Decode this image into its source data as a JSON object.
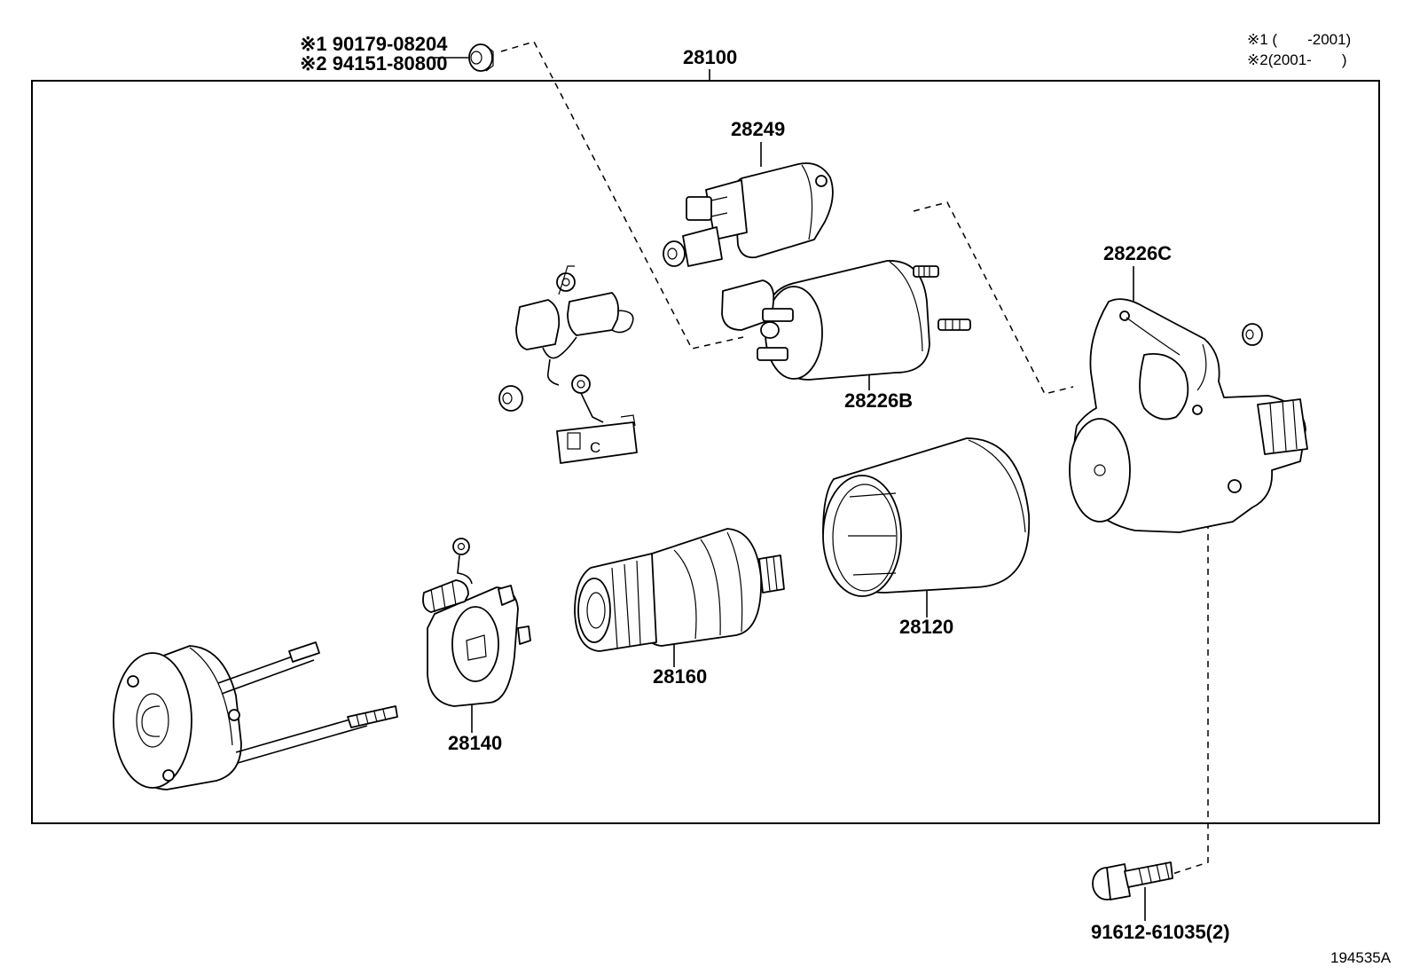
{
  "notes": {
    "line1": "※1 (　　-2001)",
    "line2": "※2(2001-　　)"
  },
  "callouts": {
    "assembly": "28100",
    "nut_line1": "※1 90179-08204",
    "nut_line2": "※2 94151-80800",
    "solenoid_cover": "28249",
    "solenoid": "28226B",
    "drive_housing": "28226C",
    "yoke": "28120",
    "armature": "28160",
    "brush_holder": "28140",
    "bolt": "91612-61035(2)"
  },
  "figure_id": "194535A"
}
